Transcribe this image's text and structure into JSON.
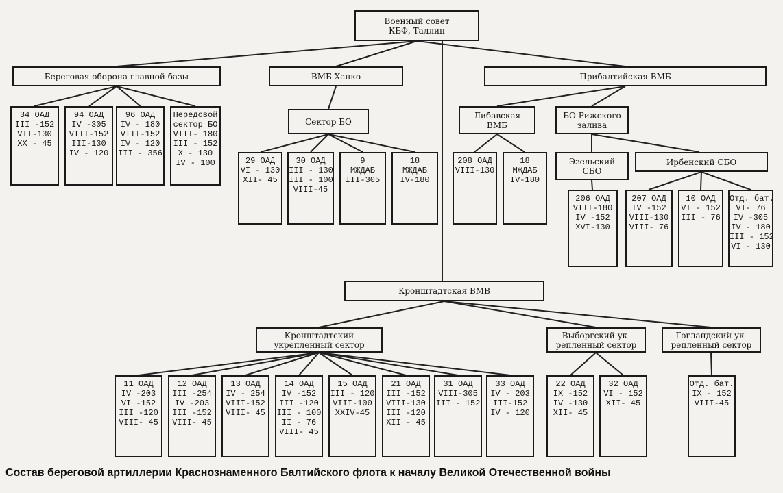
{
  "caption": "Состав береговой артиллерии Краснознаменного Балтийского флота к началу Великой Отечественной войны",
  "nodes": {
    "root": [
      "Военный совет",
      "КБФ, Таллин"
    ],
    "bo_main": [
      "Береговая оборона главной базы"
    ],
    "hanko": [
      "ВМБ Ханко"
    ],
    "pribalt": [
      "Прибалтийская ВМБ"
    ],
    "sektor_bo": [
      "Сектор БО"
    ],
    "libava": [
      "Либавская",
      "ВМБ"
    ],
    "riga": [
      "БО Рижского",
      "залива"
    ],
    "ezel": [
      "Эзельский",
      "СБО"
    ],
    "irben": [
      "Ирбенский СБО"
    ],
    "kron": [
      "Кронштадтская ВМВ"
    ],
    "kron_sector": [
      "Кронштадтский",
      "укрепленный сектор"
    ],
    "vyborg": [
      "Выборгский ук-",
      "репленный сектор"
    ],
    "gogland": [
      "Гогландский ук-",
      "репленный сектор"
    ],
    "u34": [
      "34 ОАД",
      "III -152",
      "VII-130",
      "XX - 45"
    ],
    "u94": [
      "94 ОАД",
      "IV -305",
      "VIII-152",
      "III-130",
      "IV - 120"
    ],
    "u96": [
      "96 ОАД",
      "IV - 180",
      "VIII-152",
      "IV - 120",
      "III - 356"
    ],
    "peredovoy": [
      "Передовой",
      "сектор БО",
      "VIII- 180",
      "III - 152",
      "X - 130",
      "IV - 100"
    ],
    "u29": [
      "29 ОАД",
      "VI - 130",
      "XII- 45"
    ],
    "u30": [
      "30 ОАД",
      "III - 130",
      "III - 100",
      "VIII-45"
    ],
    "u9": [
      "9",
      "МЖДАБ",
      "III-305"
    ],
    "u18a": [
      "18",
      "МЖДАБ",
      "IV-180"
    ],
    "u208": [
      "208 ОАД",
      "VIII-130"
    ],
    "u18b": [
      "18",
      "МЖДАБ",
      "IV-180"
    ],
    "u206": [
      "206 ОАД",
      "VIII-180",
      "IV -152",
      "XVI-130"
    ],
    "u207": [
      "207 ОАД",
      "IV -152",
      "VIII-130",
      "VIII- 76"
    ],
    "u10": [
      "10 ОАД",
      "VI - 152",
      "III - 76"
    ],
    "otd1": [
      "Отд. бат.",
      "VI- 76",
      "IV -305",
      "IV - 180",
      "III - 152",
      "VI - 130"
    ],
    "u11": [
      "11 ОАД",
      "IV -203",
      "VI -152",
      "III -120",
      "VIII- 45"
    ],
    "u12": [
      "12 ОАД",
      "III -254",
      "IV -203",
      "III -152",
      "VIII- 45"
    ],
    "u13": [
      "13 ОАД",
      "IV - 254",
      "VIII-152",
      "VIII- 45"
    ],
    "u14": [
      "14 ОАД",
      "IV -152",
      "III -120",
      "III - 100",
      "II - 76",
      "VIII- 45"
    ],
    "u15": [
      "15 ОАД",
      "III - 120",
      "VIII-100",
      "XXIV-45"
    ],
    "u21": [
      "21 ОАД",
      "III -152",
      "VIII-130",
      "III -120",
      "XII - 45"
    ],
    "u31": [
      "31 ОАД",
      "VIII-305",
      "III - 152"
    ],
    "u33": [
      "33 ОАД",
      "IV - 203",
      "III-152",
      "IV - 120"
    ],
    "u22": [
      "22 ОАД",
      "IX -152",
      "IV -130",
      "XII- 45"
    ],
    "u32": [
      "32 ОАД",
      "VI - 152",
      "XII- 45"
    ],
    "otd2": [
      "Отд. бат.",
      "IX - 152",
      "VIII-45"
    ]
  }
}
